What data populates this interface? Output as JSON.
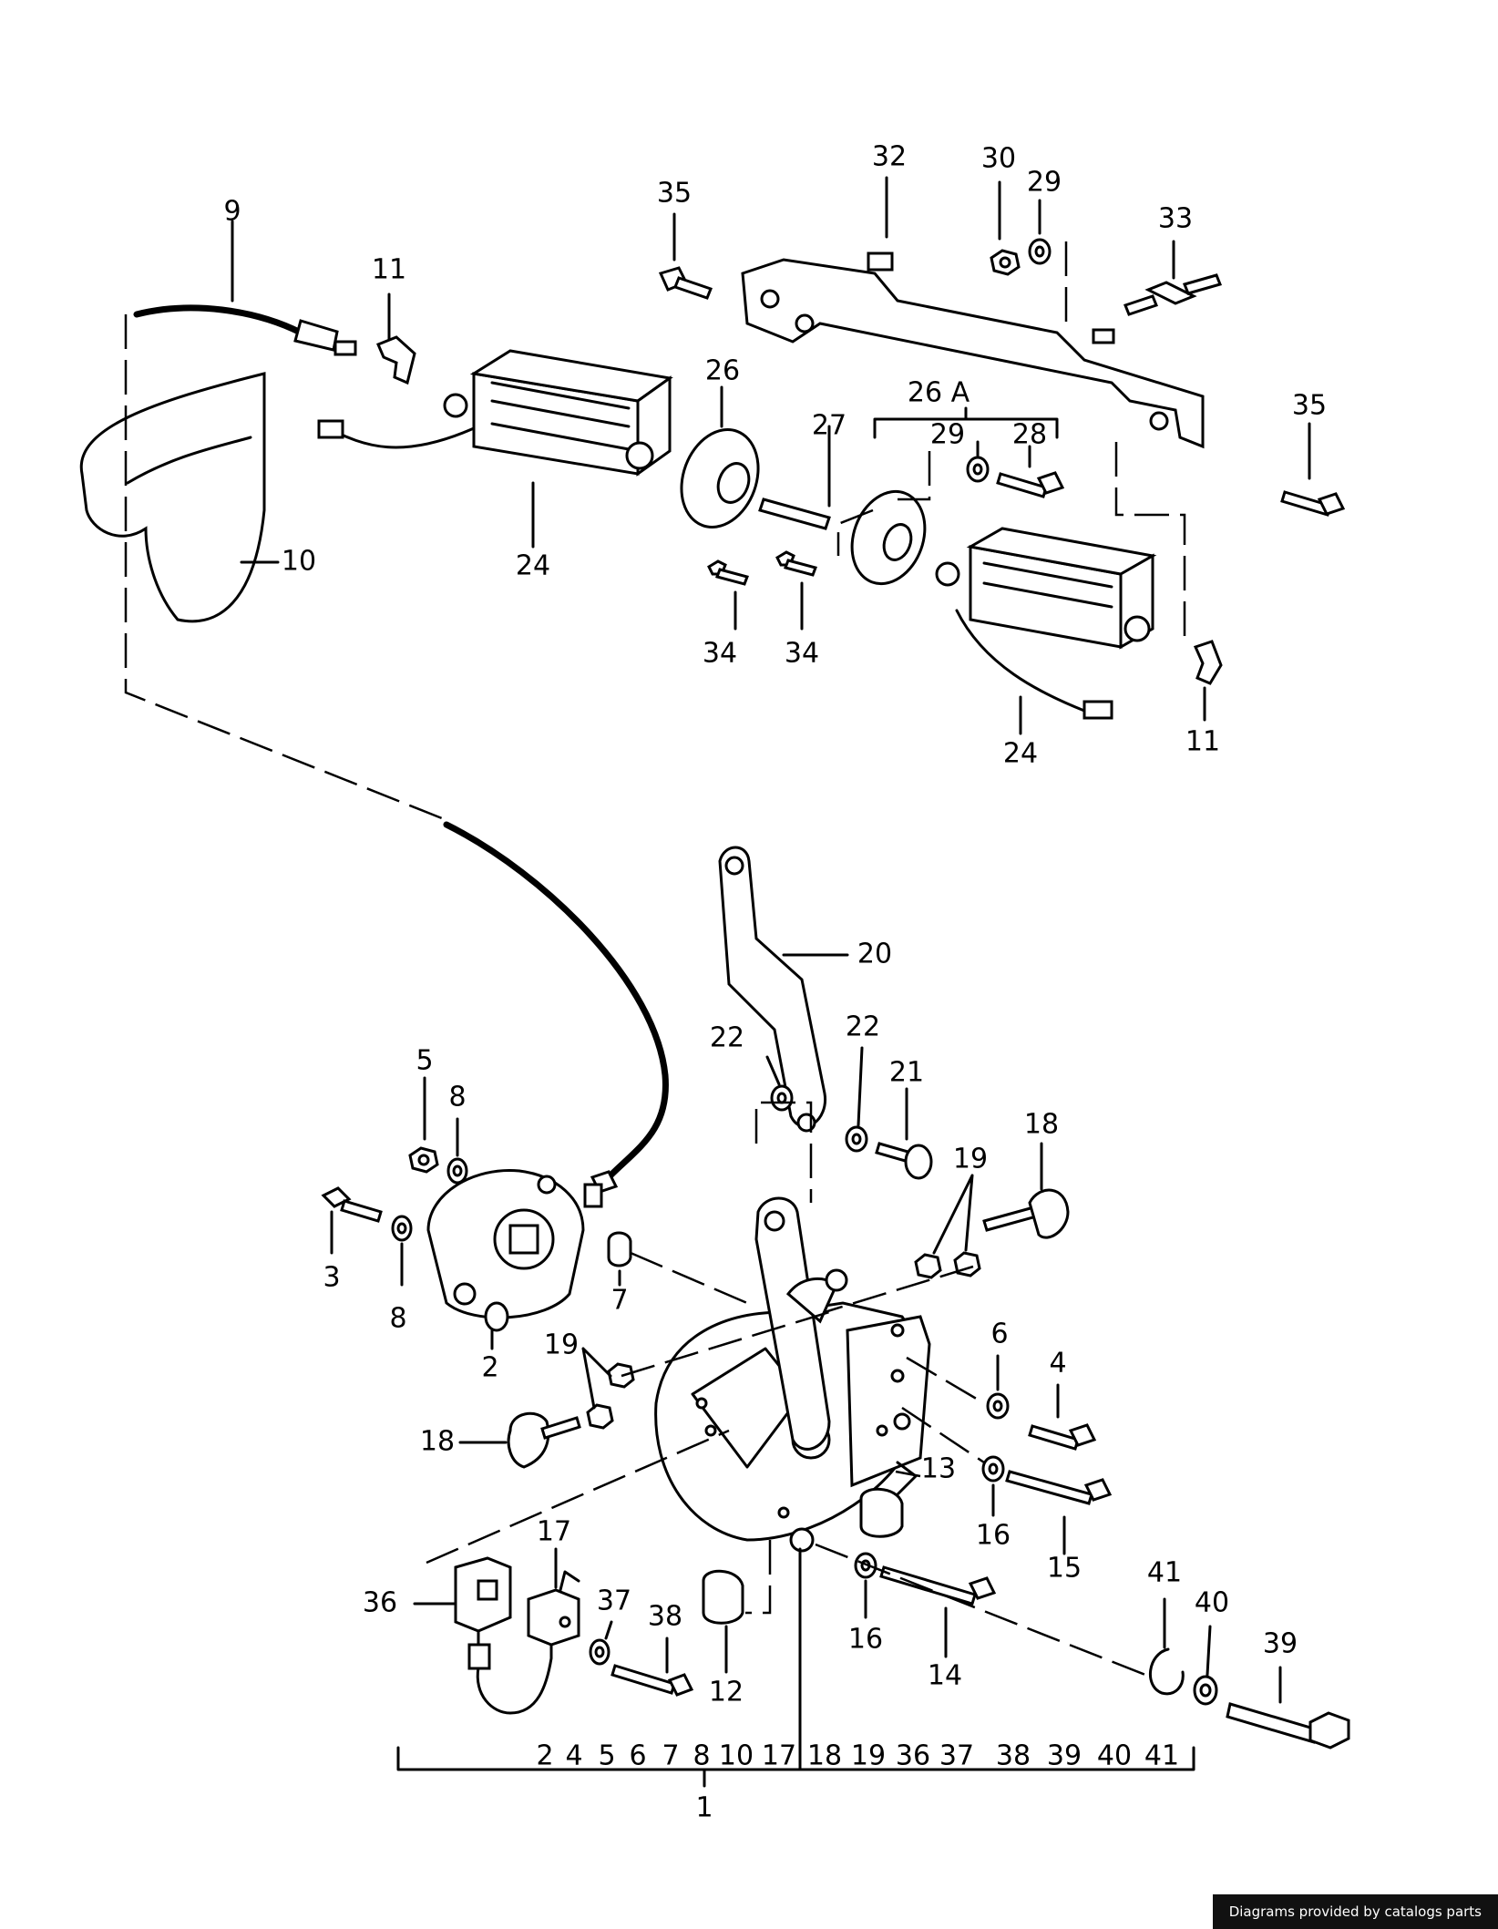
{
  "labels": {
    "p9": "9",
    "p11a": "11",
    "p10": "10",
    "p24a": "24",
    "p35a": "35",
    "p32": "32",
    "p30": "30",
    "p29a": "29",
    "p33": "33",
    "p26": "26",
    "p27": "27",
    "p26A": "26 A",
    "p29b": "29",
    "p28": "28",
    "p35b": "35",
    "p34a": "34",
    "p34b": "34",
    "p24b": "24",
    "p11b": "11",
    "p20": "20",
    "p22a": "22",
    "p22b": "22",
    "p21": "21",
    "p18a": "18",
    "p19a": "19",
    "p5": "5",
    "p8a": "8",
    "p3": "3",
    "p8b": "8",
    "p2": "2",
    "p7": "7",
    "p19b": "19",
    "p18b": "18",
    "p6": "6",
    "p4": "4",
    "p13": "13",
    "p16a": "16",
    "p15": "15",
    "p17": "17",
    "p36": "36",
    "p37": "37",
    "p38": "38",
    "p12": "12",
    "p16b": "16",
    "p14": "14",
    "p41": "41",
    "p40": "40",
    "p39": "39",
    "p1": "1"
  },
  "kit_contents": [
    "2",
    "4",
    "5",
    "6",
    "7",
    "8",
    "10",
    "17",
    "18",
    "19",
    "36",
    "37",
    "38",
    "39",
    "40",
    "41"
  ],
  "credit": "Diagrams provided by catalogs parts"
}
